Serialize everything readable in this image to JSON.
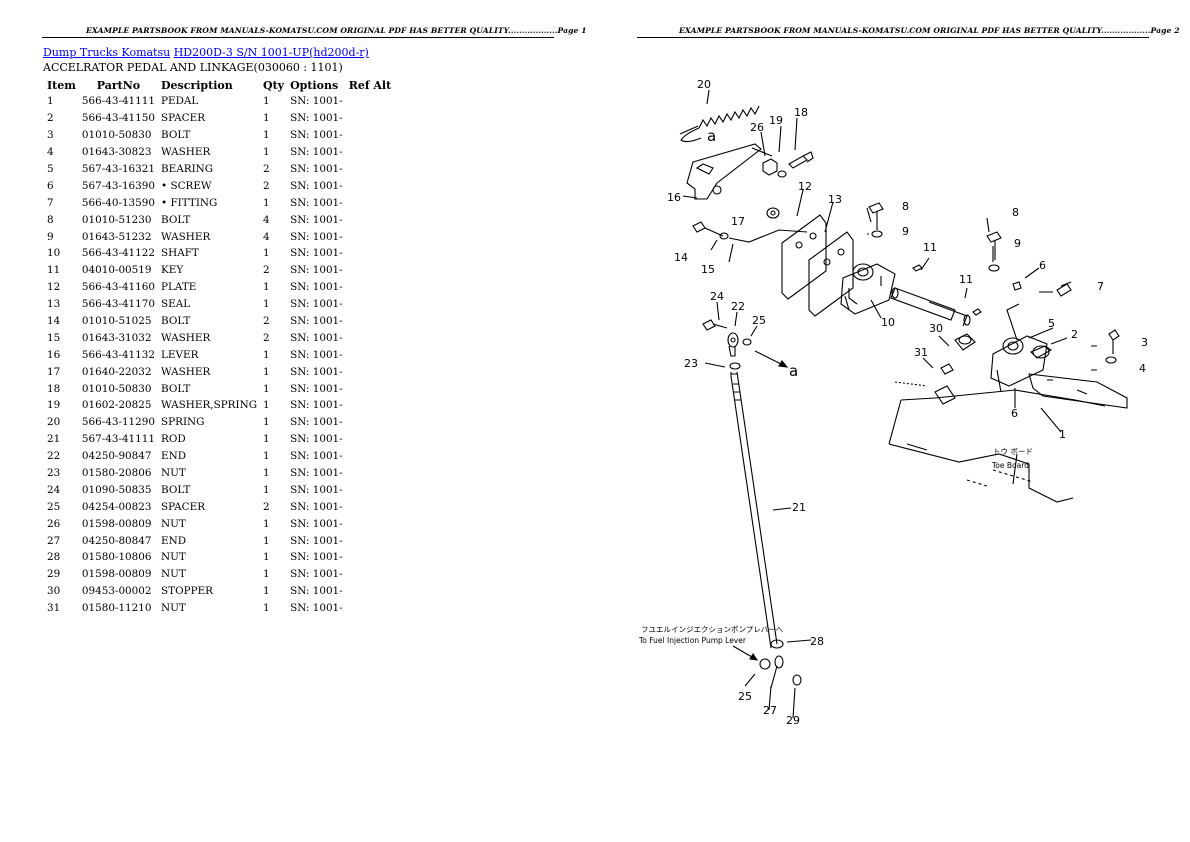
{
  "header": {
    "page1": "EXAMPLE PARTSBOOK FROM MANUALS-KOMATSU.COM ORIGINAL PDF HAS BETTER QUALITY..................Page 1",
    "page2": "EXAMPLE PARTSBOOK FROM MANUALS-KOMATSU.COM ORIGINAL PDF HAS BETTER QUALITY..................Page 2"
  },
  "breadcrumb": {
    "link1": "Dump Trucks Komatsu",
    "link2": "HD200D-3 S/N 1001-UP(hd200d-r)"
  },
  "subtitle": "ACCELRATOR PEDAL AND LINKAGE(030060 : 1101)",
  "table": {
    "headers": [
      "Item",
      "PartNo",
      "Description",
      "Qty",
      "Options",
      "Ref Alt"
    ],
    "rows": [
      [
        "1",
        "566-43-41111",
        "PEDAL",
        "1",
        "SN: 1001-"
      ],
      [
        "2",
        "566-43-41150",
        "SPACER",
        "1",
        "SN: 1001-"
      ],
      [
        "3",
        "01010-50830",
        "BOLT",
        "1",
        "SN: 1001-"
      ],
      [
        "4",
        "01643-30823",
        "WASHER",
        "1",
        "SN: 1001-"
      ],
      [
        "5",
        "567-43-16321",
        "BEARING",
        "2",
        "SN: 1001-"
      ],
      [
        "6",
        "567-43-16390",
        "• SCREW",
        "2",
        "SN: 1001-"
      ],
      [
        "7",
        "566-40-13590",
        "• FITTING",
        "1",
        "SN: 1001-"
      ],
      [
        "8",
        "01010-51230",
        "BOLT",
        "4",
        "SN: 1001-"
      ],
      [
        "9",
        "01643-51232",
        "WASHER",
        "4",
        "SN: 1001-"
      ],
      [
        "10",
        "566-43-41122",
        "SHAFT",
        "1",
        "SN: 1001-"
      ],
      [
        "11",
        "04010-00519",
        "KEY",
        "2",
        "SN: 1001-"
      ],
      [
        "12",
        "566-43-41160",
        "PLATE",
        "1",
        "SN: 1001-"
      ],
      [
        "13",
        "566-43-41170",
        "SEAL",
        "1",
        "SN: 1001-"
      ],
      [
        "14",
        "01010-51025",
        "BOLT",
        "2",
        "SN: 1001-"
      ],
      [
        "15",
        "01643-31032",
        "WASHER",
        "2",
        "SN: 1001-"
      ],
      [
        "16",
        "566-43-41132",
        "LEVER",
        "1",
        "SN: 1001-"
      ],
      [
        "17",
        "01640-22032",
        "WASHER",
        "1",
        "SN: 1001-"
      ],
      [
        "18",
        "01010-50830",
        "BOLT",
        "1",
        "SN: 1001-"
      ],
      [
        "19",
        "01602-20825",
        "WASHER,SPRING",
        "1",
        "SN: 1001-"
      ],
      [
        "20",
        "566-43-11290",
        "SPRING",
        "1",
        "SN: 1001-"
      ],
      [
        "21",
        "567-43-41111",
        "ROD",
        "1",
        "SN: 1001-"
      ],
      [
        "22",
        "04250-90847",
        "END",
        "1",
        "SN: 1001-"
      ],
      [
        "23",
        "01580-20806",
        "NUT",
        "1",
        "SN: 1001-"
      ],
      [
        "24",
        "01090-50835",
        "BOLT",
        "1",
        "SN: 1001-"
      ],
      [
        "25",
        "04254-00823",
        "SPACER",
        "2",
        "SN: 1001-"
      ],
      [
        "26",
        "01598-00809",
        "NUT",
        "1",
        "SN: 1001-"
      ],
      [
        "27",
        "04250-80847",
        "END",
        "1",
        "SN: 1001-"
      ],
      [
        "28",
        "01580-10806",
        "NUT",
        "1",
        "SN: 1001-"
      ],
      [
        "29",
        "01598-00809",
        "NUT",
        "1",
        "SN: 1001-"
      ],
      [
        "30",
        "09453-00002",
        "STOPPER",
        "1",
        "SN: 1001-"
      ],
      [
        "31",
        "01580-11210",
        "NUT",
        "1",
        "SN: 1001-"
      ]
    ]
  },
  "diagram": {
    "toe_board_label": "Toe Board",
    "toe_board_jp": "トウ ボード",
    "pump_lever_label": "To Fuel Injection Pump Lever",
    "pump_lever_jp": "フユエルインジエクションポンプレバーへ",
    "callouts": [
      "20",
      "19",
      "18",
      "26",
      "a",
      "16",
      "12",
      "13",
      "8",
      "9",
      "17",
      "14",
      "15",
      "11",
      "8",
      "9",
      "6",
      "7",
      "11",
      "5",
      "2",
      "3",
      "4",
      "10",
      "6",
      "1",
      "30",
      "31",
      "24",
      "22",
      "25",
      "23",
      "a",
      "21",
      "28",
      "25",
      "27",
      "29"
    ]
  }
}
